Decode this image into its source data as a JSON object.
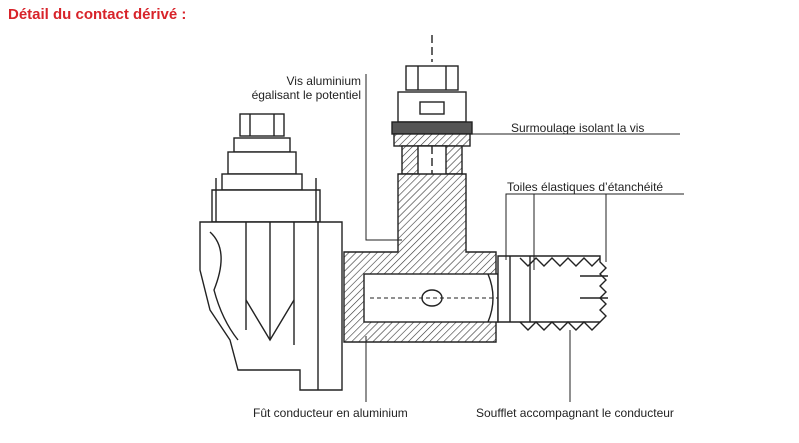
{
  "title": "Détail du contact dérivé :",
  "labels": {
    "vis_line1": "Vis aluminium",
    "vis_line2": "égalisant le potentiel",
    "surmoulage": "Surmoulage isolant la vis",
    "toiles": "Toiles élastiques d’étanchéité",
    "fut": "Fût conducteur en aluminium",
    "soufflet": "Soufflet accompagnant le conducteur"
  },
  "colors": {
    "title": "#d8232a",
    "ink": "#222222"
  }
}
